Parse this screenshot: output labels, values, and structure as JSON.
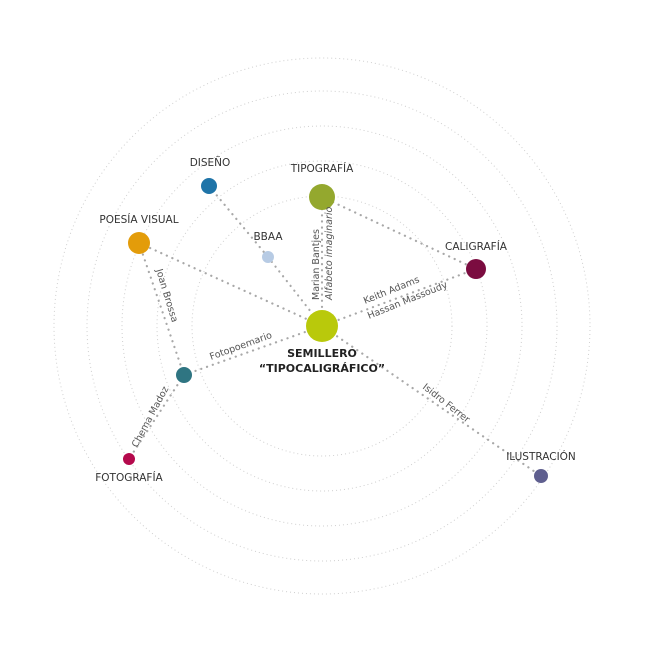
{
  "center": {
    "line1": "SEMILLERO",
    "line2": "“TIPOCALIGRÁFICO”",
    "color": "#b9c90b"
  },
  "nodes": [
    {
      "id": "tipografia",
      "label": "TIPOGRAFÍA",
      "color": "#94a82e"
    },
    {
      "id": "diseno",
      "label": "DISEÑO",
      "color": "#1f74a8"
    },
    {
      "id": "bbaa",
      "label": "BBAA",
      "color": "#b7cbe4"
    },
    {
      "id": "poesia",
      "label": "POESÍA VISUAL",
      "color": "#e39c0a"
    },
    {
      "id": "caligrafia",
      "label": "CALIGRAFÍA",
      "color": "#7b0c40"
    },
    {
      "id": "teal",
      "label": "",
      "color": "#2f7582"
    },
    {
      "id": "fotografia",
      "label": "FOTOGRAFÍA",
      "color": "#b4094c"
    },
    {
      "id": "ilustracion",
      "label": "ILUSTRACIÓN",
      "color": "#5f5f8f"
    }
  ],
  "link_labels": {
    "bantjes": "Marian Bantjes",
    "alfabeto": "Alfabeto imaginario",
    "keith": "Keith Adams",
    "hassan": "Hassan Massoudy",
    "brossa": "Joan Brossa",
    "fotopoemario": "Fotopoemario",
    "madoz": "Chema Madoz",
    "ferrer": "Isidro Ferrer"
  },
  "colors": {
    "ring": "#cfcfcf",
    "link": "#a8a8a8"
  }
}
